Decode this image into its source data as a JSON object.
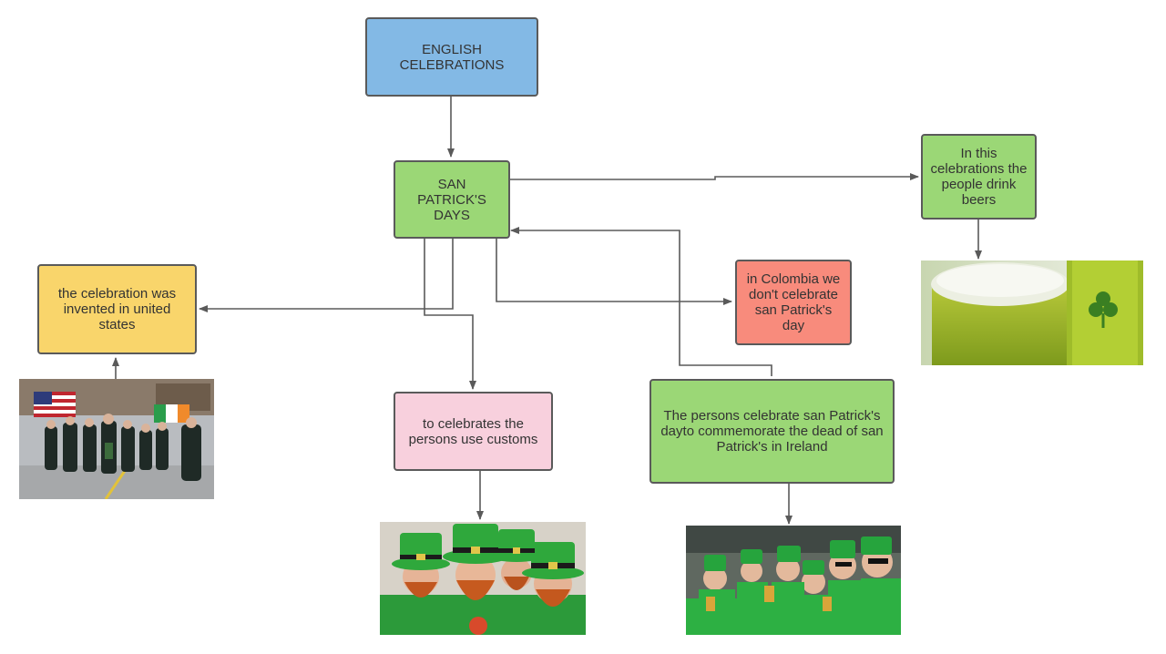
{
  "colors": {
    "blue": "#83b9e5",
    "green": "#9bd776",
    "yellow": "#f9d56b",
    "pink": "#f8d0dd",
    "salmon": "#f88b7c",
    "connector": "#5a5a5a"
  },
  "nodes": {
    "root": {
      "label": "ENGLISH CELEBRATIONS"
    },
    "main": {
      "label": "SAN PATRICK'S DAYS"
    },
    "beers": {
      "label": "In this celebrations the people drink beers"
    },
    "invented": {
      "label": "the celebration was invented in united states"
    },
    "colombia": {
      "label": "in Colombia we don't celebrate san Patrick's day"
    },
    "customs": {
      "label": "to celebrates the persons use customs"
    },
    "commemorate": {
      "label": "The persons celebrate san Patrick's dayto commemorate the dead of san Patrick's in Ireland"
    }
  },
  "images": [
    {
      "name": "parade-photo",
      "subject": "street parade with flags and bagpipers"
    },
    {
      "name": "leprechaun-costumes-photo",
      "subject": "people in green leprechaun hats and red beards"
    },
    {
      "name": "green-crowd-photo",
      "subject": "crowd in green hats holding beers"
    },
    {
      "name": "green-beer-photo",
      "subject": "glasses of green beer with shamrock"
    }
  ]
}
